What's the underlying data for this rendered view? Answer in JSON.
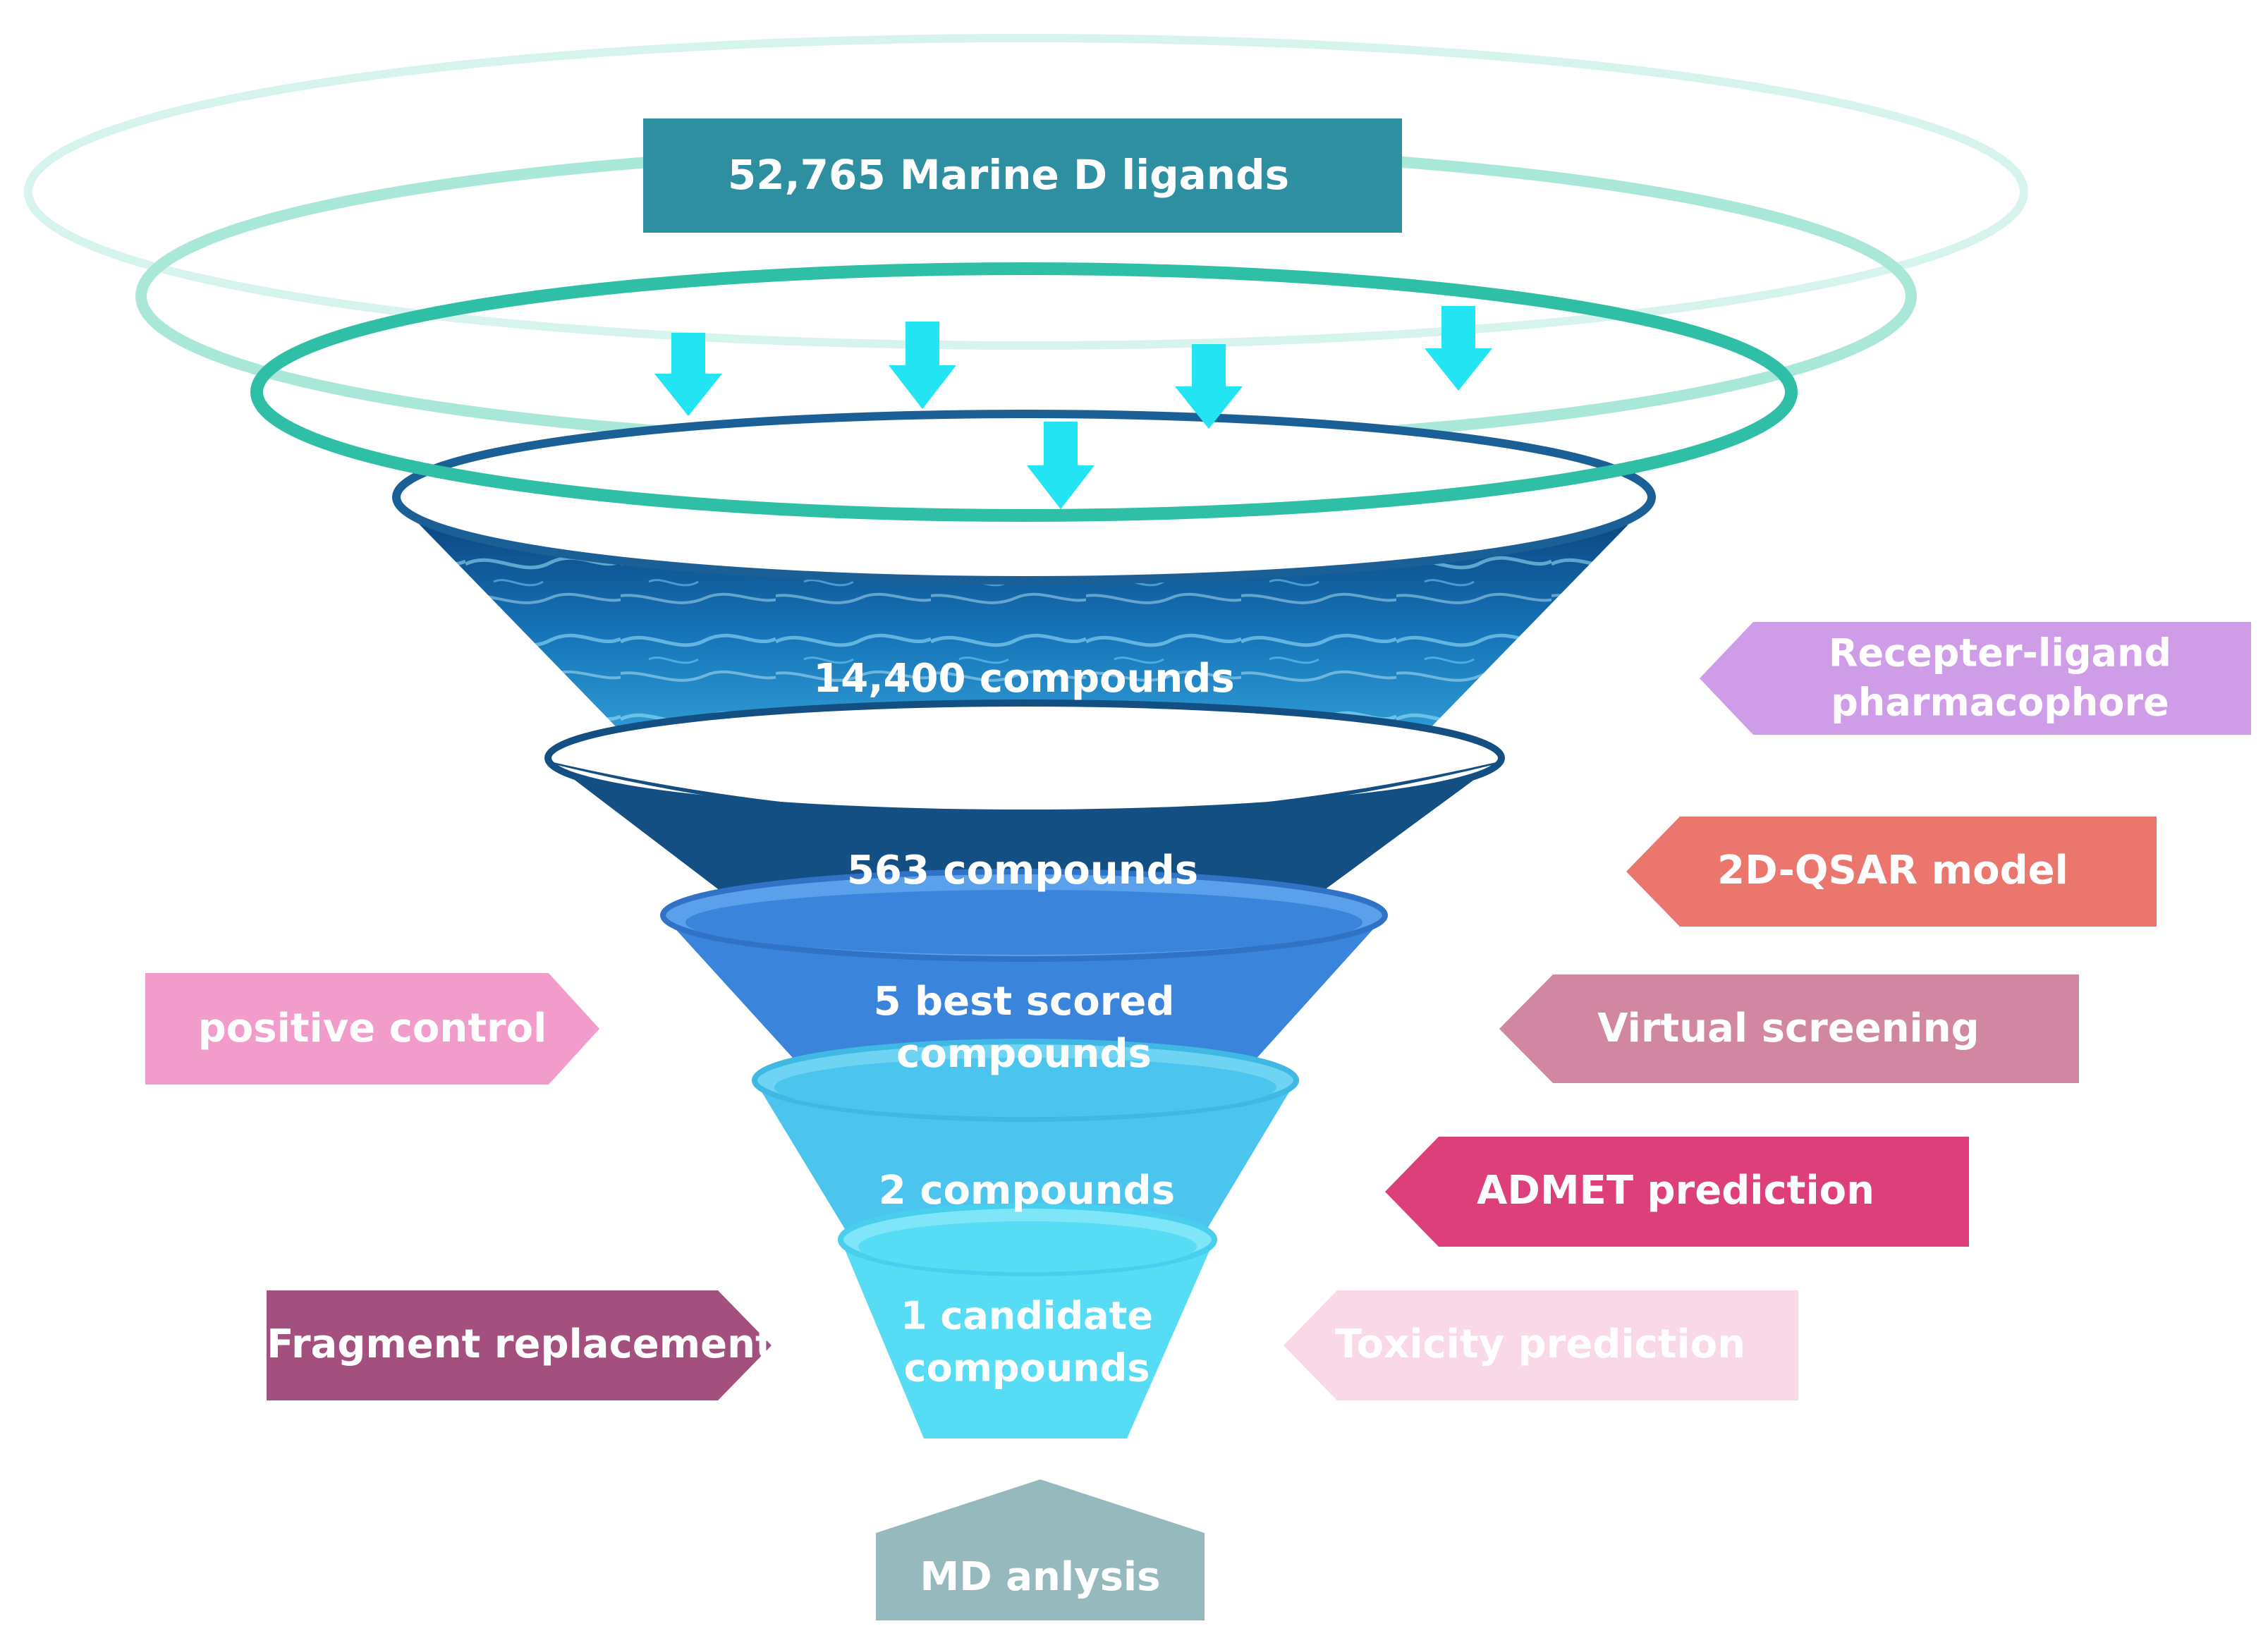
{
  "funnel": {
    "source": "52,765 Marine D ligands",
    "stage1": "14,400 compounds",
    "stage2": "563 compounds",
    "stage3_line1": "5 best scored",
    "stage3_line2": "compounds",
    "stage4": "2 compounds",
    "stage5_line1": "1 candidate",
    "stage5_line2": "compounds"
  },
  "methods": {
    "pharmacophore_line1": "Recepter-ligand",
    "pharmacophore_line2": "pharmacophore",
    "qsar": "2D-QSAR model",
    "virtual_screening": "Virtual screening",
    "admet": "ADMET prediction",
    "toxicity": "Toxicity prediction",
    "positive_control": "positive control",
    "fragment_replacement": "Fragment replacement",
    "md_analysis": "MD anlysis"
  },
  "colors": {
    "source_box": "#2e8fa0",
    "ring": "#2fbfa6",
    "arrow": "#22e4f2",
    "water_dark": "#0b4e86",
    "water_light": "#3fb4e6",
    "stage2": "#134f82",
    "stage3": "#3a84dc",
    "stage4": "#4cc5ee",
    "stage5": "#56dcf4",
    "pharmacophore": "#cf9ce8",
    "qsar": "#ea766e",
    "virtual_screening": "#d187a2",
    "admet": "#dc3f79",
    "toxicity": "#f9d8e8",
    "positive_control": "#f29ccc",
    "fragment_replacement": "#a3507f",
    "md_analysis": "#96b9be"
  }
}
